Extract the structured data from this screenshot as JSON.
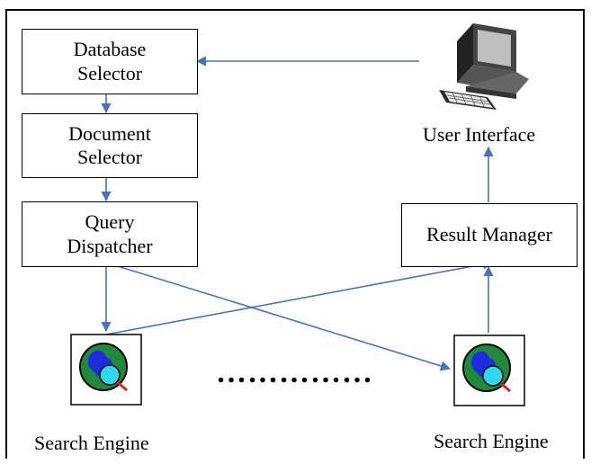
{
  "boxes": {
    "database_selector": [
      "Database",
      "Selector"
    ],
    "document_selector": [
      "Document",
      "Selector"
    ],
    "query_dispatcher": [
      "Query",
      "Dispatcher"
    ],
    "result_manager": "Result Manager"
  },
  "labels": {
    "user_interface": "User Interface",
    "search_engine_left": "Search Engine",
    "search_engine_right": "Search Engine",
    "ellipsis": "……………"
  },
  "icons": {
    "user_interface": "computer-icon",
    "search_engine": "globe-magnifier-icon"
  },
  "colors": {
    "arrow": "#4472C4",
    "globe_ocean": "#1F8A3A",
    "globe_land": "#1F2BE0",
    "magnifier_lens": "#2FD8F0",
    "magnifier_handle": "#E02020"
  }
}
